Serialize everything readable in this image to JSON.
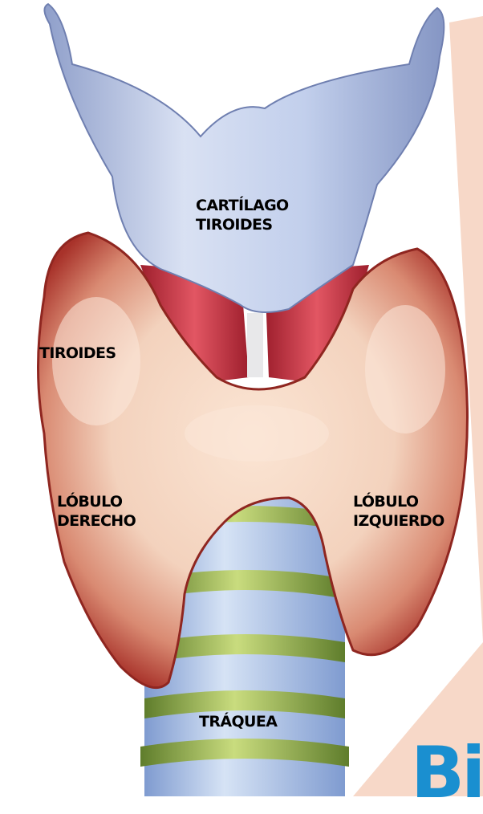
{
  "labels": {
    "cartilago": {
      "line1": "CARTÍLAGO",
      "line2": "TIROIDES"
    },
    "tiroides": "TIROIDES",
    "lobulo_derecho": {
      "line1": "LÓBULO",
      "line2": "DERECHO"
    },
    "lobulo_izquierdo": {
      "line1": "LÓBULO",
      "line2": "IZQUIERDO"
    },
    "traquea": "TRÁQUEA"
  },
  "brand_text": "Bi",
  "colors": {
    "background": "#ffffff",
    "side_panel": "#f7d8c8",
    "cartilage": "#b9c7e6",
    "gland": "#f3d2bd",
    "gland_edge": "#a8322a",
    "muscle": "#d5424e",
    "trachea": "#a9c3e6",
    "trachea_rings": "#8aa84a",
    "label_text": "#000000",
    "brand": "#1a8fd0"
  }
}
